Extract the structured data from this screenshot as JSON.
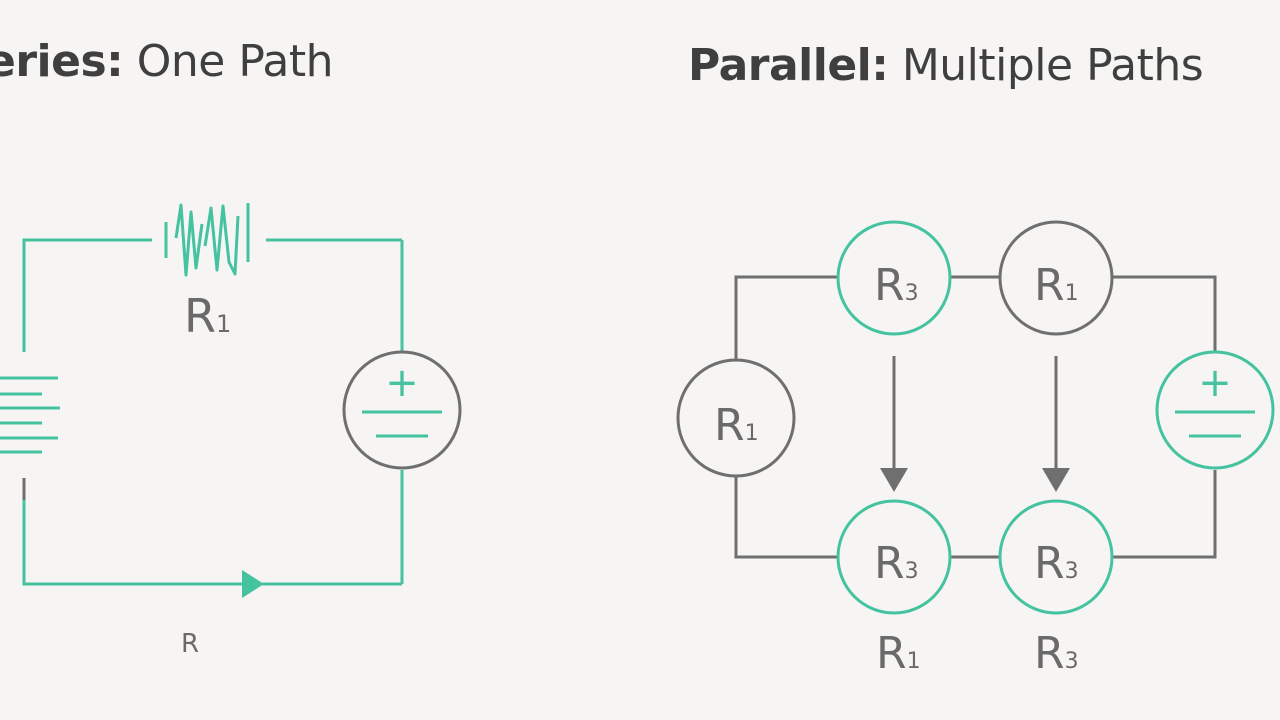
{
  "colors": {
    "teal": "#45c2a0",
    "gray": "#6f6f6f",
    "text": "#3f3f3f",
    "background": "#f6f5f3"
  },
  "series": {
    "heading_bold": "eries:",
    "heading_rest": " One Path",
    "resistor_label_main": "R",
    "resistor_label_sub": "1",
    "source_plus": "+",
    "current_label": "R"
  },
  "parallel": {
    "heading_bold": "Parallel:",
    "heading_rest": " Multiple Paths",
    "source_plus": "+",
    "left_resistor": {
      "main": "R",
      "sub": "1"
    },
    "top_left": {
      "main": "R",
      "sub": "3"
    },
    "top_right": {
      "main": "R",
      "sub": "1"
    },
    "bottom_left": {
      "main": "R",
      "sub": "3"
    },
    "bottom_right": {
      "main": "R",
      "sub": "3"
    },
    "below_left": {
      "main": "R",
      "sub": "1"
    },
    "below_right": {
      "main": "R",
      "sub": "3"
    }
  }
}
